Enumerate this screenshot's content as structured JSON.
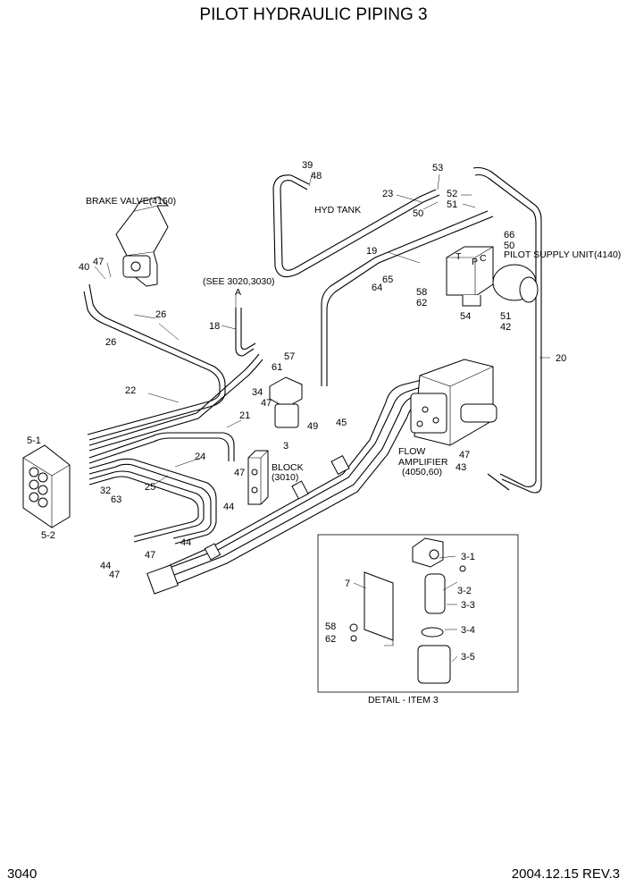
{
  "title": "PILOT HYDRAULIC PIPING 3",
  "page_number": "3040",
  "revision": "2004.12.15  REV.3",
  "labels": {
    "brake_valve": "BRAKE VALVE(4150)",
    "hyd_tank": "HYD TANK",
    "pilot_supply": "PILOT SUPPLY UNIT(4140)",
    "see_ref": "(SEE 3020,3030)",
    "ref_a": "A",
    "block_1": "BLOCK",
    "block_2": "(3010)",
    "flow_1": "FLOW",
    "flow_2": "AMPLIFIER",
    "flow_3": "(4050,60)",
    "detail": "DETAIL - ITEM 3"
  },
  "callouts": [
    {
      "id": "c39",
      "text": "39"
    },
    {
      "id": "c48",
      "text": "48"
    },
    {
      "id": "c53",
      "text": "53"
    },
    {
      "id": "c23",
      "text": "23"
    },
    {
      "id": "c52",
      "text": "52"
    },
    {
      "id": "c51a",
      "text": "51"
    },
    {
      "id": "c50a",
      "text": "50"
    },
    {
      "id": "c66",
      "text": "66"
    },
    {
      "id": "c50b",
      "text": "50"
    },
    {
      "id": "c19",
      "text": "19"
    },
    {
      "id": "c40",
      "text": "40"
    },
    {
      "id": "c47a",
      "text": "47"
    },
    {
      "id": "c65",
      "text": "65"
    },
    {
      "id": "c64",
      "text": "64"
    },
    {
      "id": "c58a",
      "text": "58"
    },
    {
      "id": "c62a",
      "text": "62"
    },
    {
      "id": "c54",
      "text": "54"
    },
    {
      "id": "c51b",
      "text": "51"
    },
    {
      "id": "c42",
      "text": "42"
    },
    {
      "id": "c26a",
      "text": "26"
    },
    {
      "id": "c26b",
      "text": "26"
    },
    {
      "id": "c18",
      "text": "18"
    },
    {
      "id": "c57",
      "text": "57"
    },
    {
      "id": "c61",
      "text": "61"
    },
    {
      "id": "c34",
      "text": "34"
    },
    {
      "id": "c47b",
      "text": "47"
    },
    {
      "id": "c20",
      "text": "20"
    },
    {
      "id": "c22",
      "text": "22"
    },
    {
      "id": "c21",
      "text": "21"
    },
    {
      "id": "c49",
      "text": "49"
    },
    {
      "id": "c45",
      "text": "45"
    },
    {
      "id": "c3",
      "text": "3"
    },
    {
      "id": "c51c",
      "text": "5-1"
    },
    {
      "id": "c24",
      "text": "24"
    },
    {
      "id": "c47c",
      "text": "47"
    },
    {
      "id": "c43",
      "text": "43"
    },
    {
      "id": "c25",
      "text": "25"
    },
    {
      "id": "c47d",
      "text": "47"
    },
    {
      "id": "c32",
      "text": "32"
    },
    {
      "id": "c63",
      "text": "63"
    },
    {
      "id": "c44a",
      "text": "44"
    },
    {
      "id": "c52b",
      "text": "5-2"
    },
    {
      "id": "c44b",
      "text": "44"
    },
    {
      "id": "c44c",
      "text": "44"
    },
    {
      "id": "c47e",
      "text": "47"
    },
    {
      "id": "c47f",
      "text": "47"
    },
    {
      "id": "c31",
      "text": "3-1"
    },
    {
      "id": "c7",
      "text": "7"
    },
    {
      "id": "c32d",
      "text": "3-2"
    },
    {
      "id": "c33",
      "text": "3-3"
    },
    {
      "id": "c58b",
      "text": "58"
    },
    {
      "id": "c34d",
      "text": "3-4"
    },
    {
      "id": "c62b",
      "text": "62"
    },
    {
      "id": "c35",
      "text": "3-5"
    }
  ]
}
